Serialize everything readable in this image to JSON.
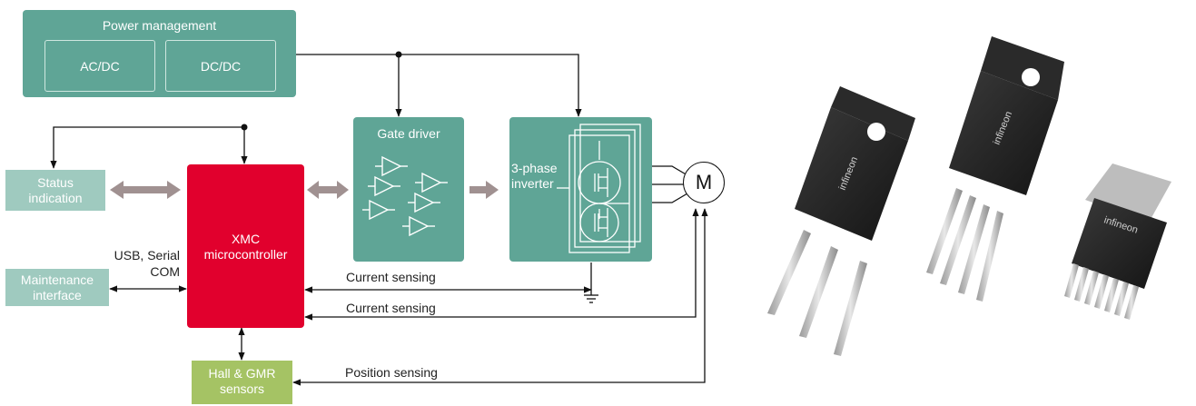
{
  "power": {
    "title": "Power management",
    "ac_dc": "AC/DC",
    "dc_dc": "DC/DC"
  },
  "status": {
    "line1": "Status",
    "line2": "indication"
  },
  "maintenance": {
    "line1": "Maintenance",
    "line2": "interface"
  },
  "mcu": {
    "line1": "XMC",
    "line2": "microcontroller"
  },
  "gate_driver": {
    "title": "Gate driver"
  },
  "inverter": {
    "line1": "3-phase",
    "line2": "inverter"
  },
  "motor": {
    "label": "M"
  },
  "hall": {
    "line1": "Hall & GMR",
    "line2": "sensors"
  },
  "labels": {
    "usb_line1": "USB, Serial",
    "usb_line2": "COM",
    "current_sensing_1": "Current sensing",
    "current_sensing_2": "Current sensing",
    "position_sensing": "Position sensing"
  },
  "colors": {
    "teal": "#5fa596",
    "light_teal": "#9fcabf",
    "red": "#e1002d",
    "green": "#a5c364",
    "arrow_gray": "#a09191"
  }
}
